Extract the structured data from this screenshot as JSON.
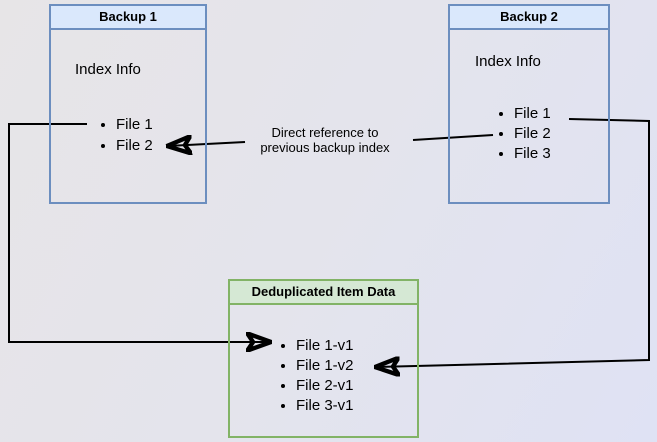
{
  "diagram": {
    "backup1": {
      "title": "Backup 1",
      "index_label": "Index Info",
      "files": [
        "File 1",
        "File 2"
      ]
    },
    "backup2": {
      "title": "Backup 2",
      "index_label": "Index Info",
      "files": [
        "File 1",
        "File 2",
        "File 3"
      ]
    },
    "dedup": {
      "title": "Deduplicated Item Data",
      "files": [
        "File 1-v1",
        "File 1-v2",
        "File 2-v1",
        "File 3-v1"
      ]
    },
    "annotation": {
      "line1": "Direct reference to",
      "line2": "previous backup index"
    }
  },
  "colors": {
    "blue_fill": "#dae8fc",
    "blue_border": "#6c8ebf",
    "green_fill": "#d5e8d4",
    "green_border": "#82b366",
    "arrow": "#000000"
  }
}
